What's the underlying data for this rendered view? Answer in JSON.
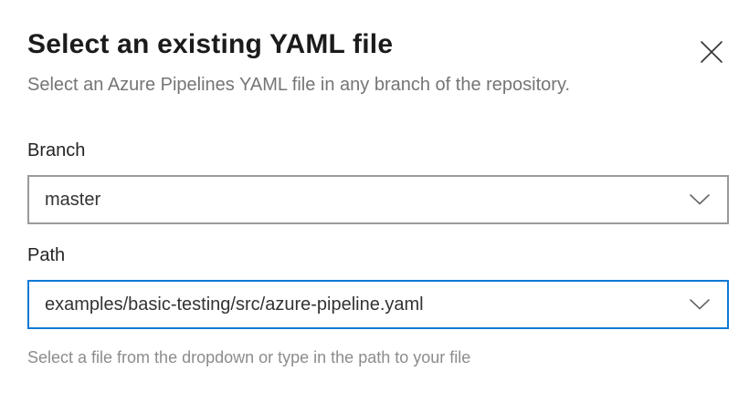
{
  "dialog": {
    "title": "Select an existing YAML file",
    "subtitle": "Select an Azure Pipelines YAML file in any branch of the repository."
  },
  "form": {
    "branch": {
      "label": "Branch",
      "value": "master"
    },
    "path": {
      "label": "Path",
      "value": "examples/basic-testing/src/azure-pipeline.yaml",
      "helper": "Select a file from the dropdown or type in the path to your file"
    }
  },
  "icons": {
    "close": "close-icon",
    "chevron": "chevron-down-icon"
  },
  "colors": {
    "accent_focus_border": "#0b79d4",
    "field_border": "#9a9a9a",
    "title_text": "#1b1b1b",
    "label_text": "#242424",
    "field_text": "#333333",
    "muted_text": "#757575",
    "helper_text": "#8c8c8c",
    "icon_gray": "#666666"
  }
}
